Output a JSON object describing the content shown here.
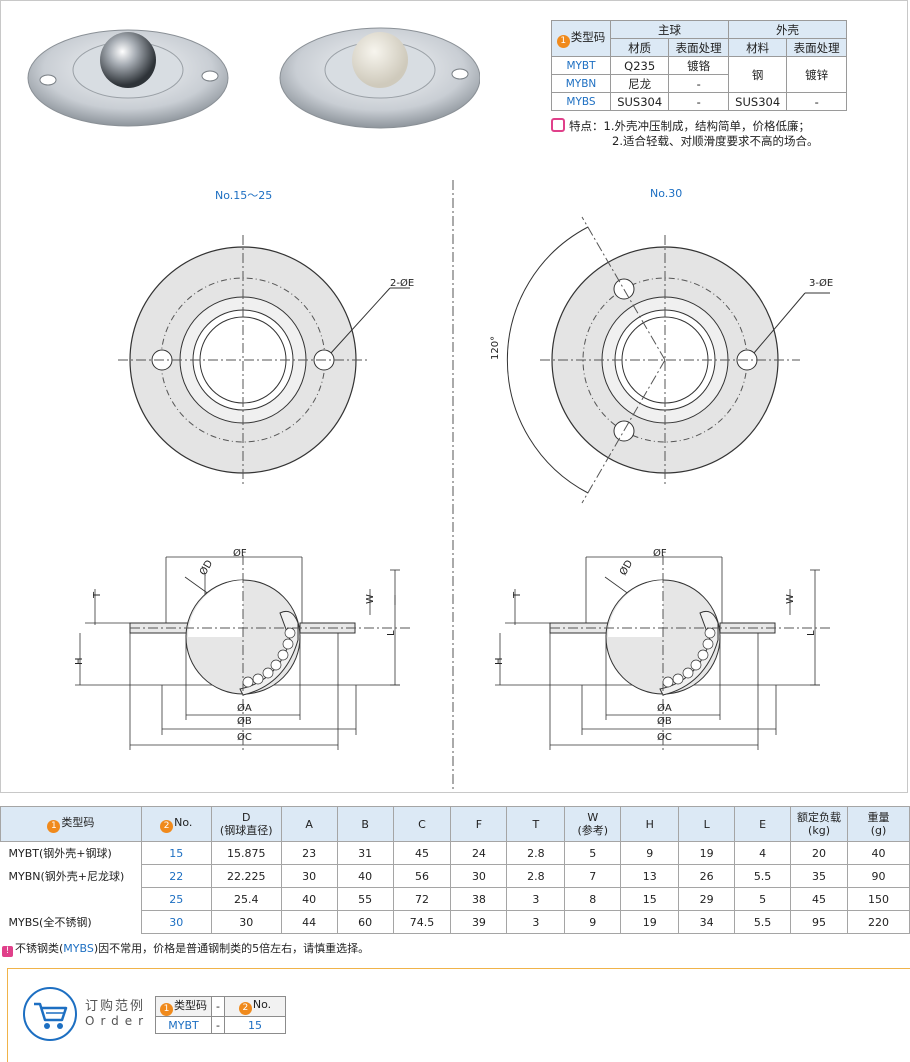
{
  "material_table": {
    "header": {
      "type_code": "类型码",
      "main_ball": "主球",
      "shell": "外壳",
      "material": "材质",
      "surface": "表面处理",
      "material2": "材料",
      "surface2": "表面处理"
    },
    "rows": [
      {
        "code": "MYBT",
        "ball_material": "Q235",
        "ball_surface": "镀铬"
      },
      {
        "code": "MYBN",
        "ball_material": "尼龙",
        "ball_surface": "-"
      },
      {
        "code": "MYBS",
        "ball_material": "SUS304",
        "ball_surface": "-",
        "shell_material": "SUS304",
        "shell_surface": "-"
      }
    ],
    "shell_steel_material": "钢",
    "shell_steel_surface": "镀锌"
  },
  "features": {
    "label": "特点：",
    "line1": "1.外壳冲压制成，结构简单，价格低廉；",
    "line2": "2.适合轻载、对顺滑度要求不高的场合。"
  },
  "drawing": {
    "left_title": "No.15～25",
    "right_title": "No.30",
    "left_hole_label": "2-ØE",
    "right_hole_label": "3-ØE",
    "angle_label": "120°",
    "dims": {
      "F": "ØF",
      "D": "ØD",
      "T": "T",
      "W": "W",
      "H": "H",
      "L": "L",
      "A": "ØA",
      "B": "ØB",
      "C": "ØC"
    }
  },
  "spec_table": {
    "headers": [
      "类型码",
      "No.",
      "D\n(钢球直径)",
      "A",
      "B",
      "C",
      "F",
      "T",
      "W\n(参考)",
      "H",
      "L",
      "E",
      "额定负载\n(kg)",
      "重量\n(g)"
    ],
    "type_labels": [
      "MYBT(钢外壳+钢球)",
      "MYBN(钢外壳+尼龙球)",
      "MYBS(全不锈钢)"
    ],
    "rows": [
      [
        "15",
        "15.875",
        "23",
        "31",
        "45",
        "24",
        "2.8",
        "5",
        "9",
        "19",
        "4",
        "20",
        "40"
      ],
      [
        "22",
        "22.225",
        "30",
        "40",
        "56",
        "30",
        "2.8",
        "7",
        "13",
        "26",
        "5.5",
        "35",
        "90"
      ],
      [
        "25",
        "25.4",
        "40",
        "55",
        "72",
        "38",
        "3",
        "8",
        "15",
        "29",
        "5",
        "45",
        "150"
      ],
      [
        "30",
        "30",
        "44",
        "60",
        "74.5",
        "39",
        "3",
        "9",
        "19",
        "34",
        "5.5",
        "95",
        "220"
      ]
    ]
  },
  "note": {
    "prefix": "不锈钢类(",
    "code": "MYBS",
    "suffix": ")因不常用，价格是普通钢制类的5倍左右，请慎重选择。"
  },
  "order": {
    "title": "订购范例",
    "subtitle": "Order",
    "type_code": "类型码",
    "no": "No.",
    "dash": "-",
    "example_code": "MYBT",
    "example_no": "15"
  },
  "colors": {
    "accent_blue": "#1d6fc2",
    "header_bg": "#dce9f5",
    "badge_orange": "#f08a1c",
    "note_pink": "#e0408a",
    "order_border": "#f0b34a"
  }
}
